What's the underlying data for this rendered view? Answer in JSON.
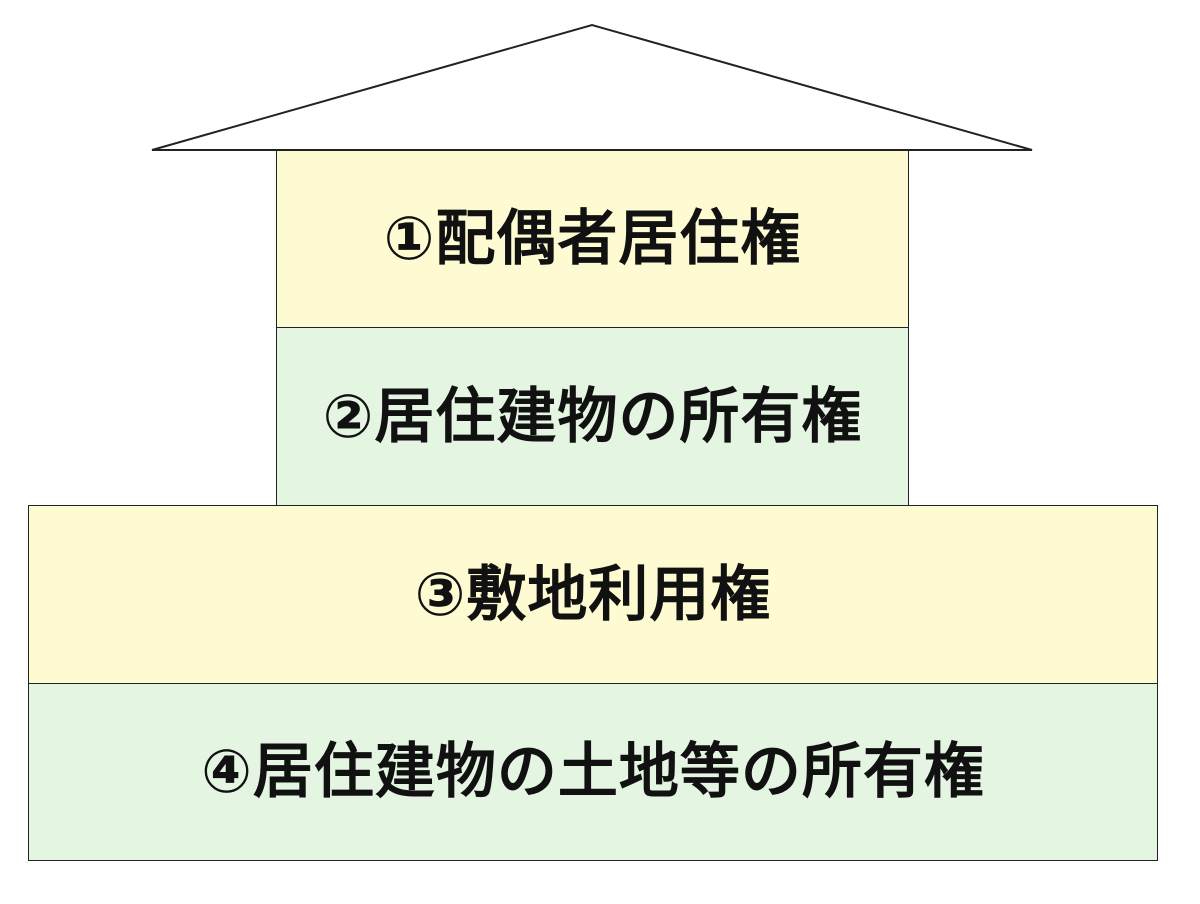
{
  "colors": {
    "yellow": "#FEFBD2",
    "green": "#E4F5E2",
    "line": "#222222"
  },
  "layers": [
    {
      "label": "①配偶者居住権",
      "fill": "#FEFBD2"
    },
    {
      "label": "②居住建物の所有権",
      "fill": "#E4F5E2"
    },
    {
      "label": "③敷地利用権",
      "fill": "#FEFBD2"
    },
    {
      "label": "④居住建物の土地等の所有権",
      "fill": "#E4F5E2"
    }
  ]
}
